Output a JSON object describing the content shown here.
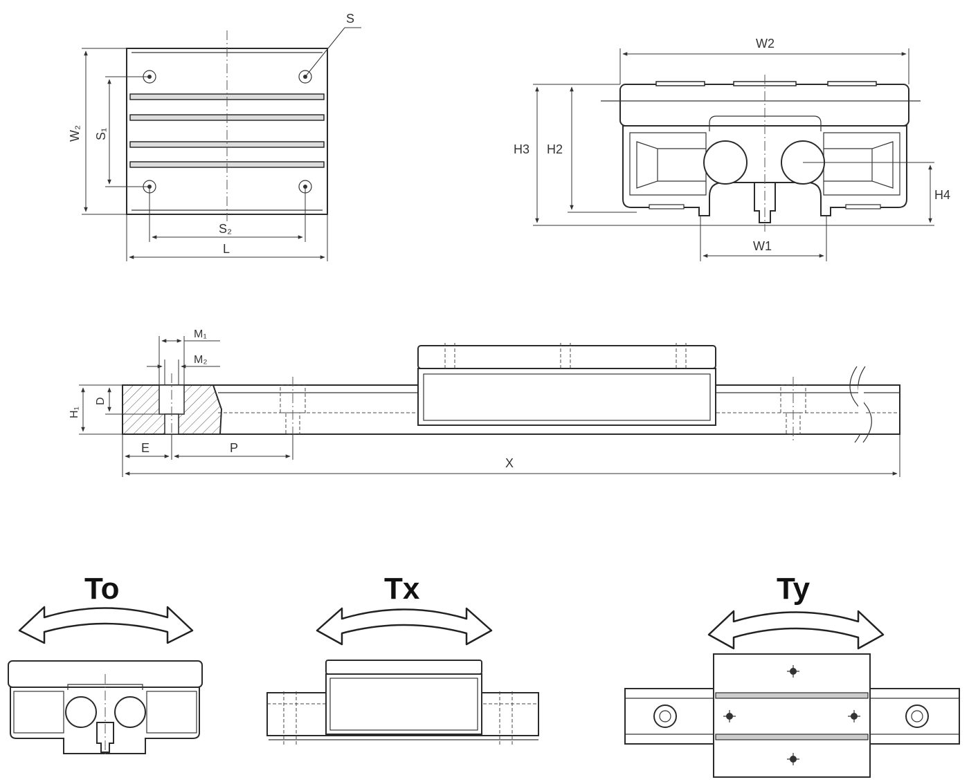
{
  "top_view": {
    "labels": {
      "s": "S",
      "w2": "W₂",
      "s1": "S₁",
      "s2": "S₂",
      "l": "L"
    }
  },
  "end_view": {
    "labels": {
      "w2": "W2",
      "h3": "H3",
      "h2": "H2",
      "h4": "H4",
      "w1": "W1"
    }
  },
  "rail_view": {
    "labels": {
      "m1": "M₁",
      "m2": "M₂",
      "d": "D",
      "h1": "H₁",
      "e": "E",
      "p": "P",
      "x": "X"
    }
  },
  "moments": [
    {
      "label": "To"
    },
    {
      "label": "Tx"
    },
    {
      "label": "Ty"
    }
  ]
}
